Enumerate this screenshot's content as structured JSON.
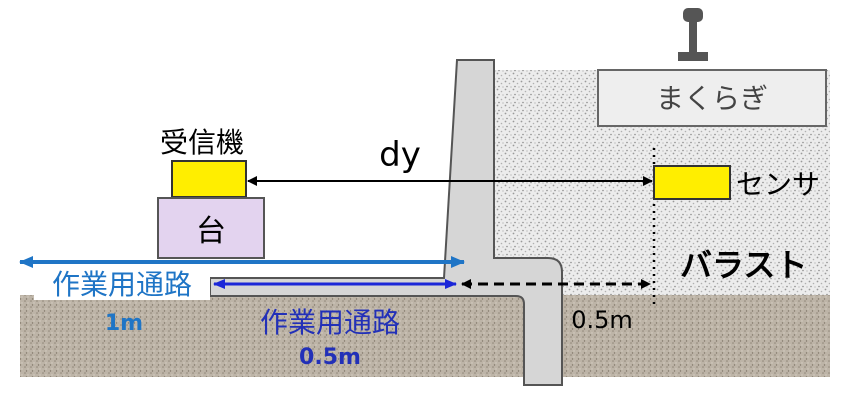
{
  "labels": {
    "receiver": "受信機",
    "stand": "台",
    "dy": "dy",
    "sleeper": "まくらぎ",
    "sensor": "センサ",
    "ballast": "バラスト",
    "walkway_outer": "作業用通路",
    "walkway_outer_width": "1m",
    "walkway_inner": "作業用通路",
    "walkway_inner_width": "0.5m",
    "clearance": "0.5m"
  },
  "colors": {
    "receiver_box": "#ffee00",
    "sensor_box": "#ffee00",
    "stand": "#e3d3ef",
    "sleeper": "#eeeeee",
    "wall": "#d6d6d6",
    "ground": "#bcb3a6",
    "ballast": "#e9e9e9",
    "arrow_outer": "#1f75c6",
    "arrow_inner": "#1b27d8",
    "text_dark_blue": "#2230b8"
  },
  "icons": {
    "rail": "rail-icon"
  }
}
